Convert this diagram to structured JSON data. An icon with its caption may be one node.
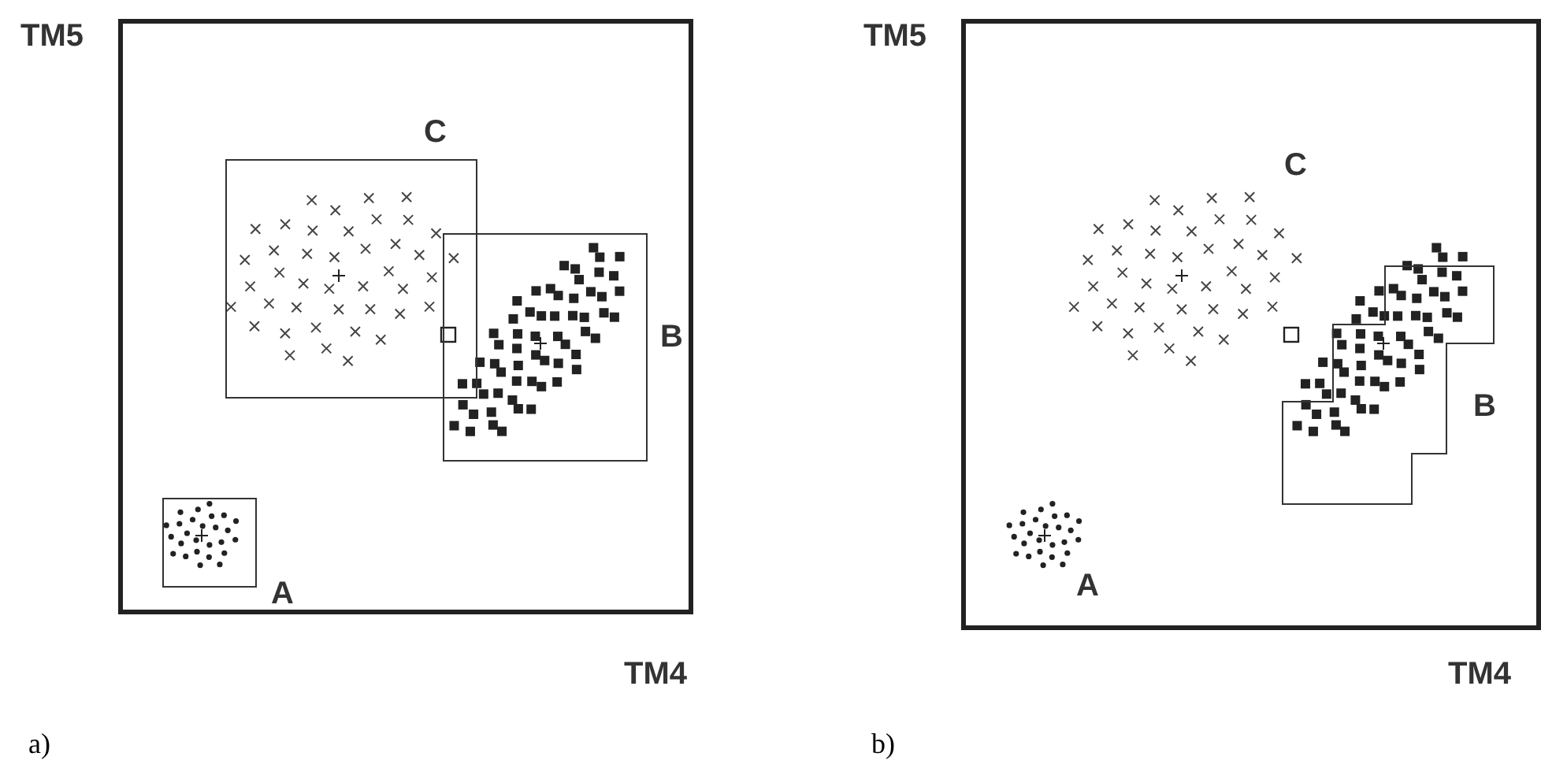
{
  "diagram": {
    "nodes": [
      {
        "text": [
          "TM5",
          "TM4"
        ]
      },
      {
        "text": [
          "C"
        ],
        "in": 0
      },
      {
        "text": [
          "B"
        ],
        "in": 0
      },
      {
        "text": [
          "A"
        ],
        "in": 0
      },
      {
        "text": [
          "TM5",
          "TM4"
        ]
      },
      {
        "text": [
          "B"
        ],
        "in": 4
      }
    ],
    "labels": [
      "a)",
      "C",
      "A",
      "b)"
    ]
  }
}
